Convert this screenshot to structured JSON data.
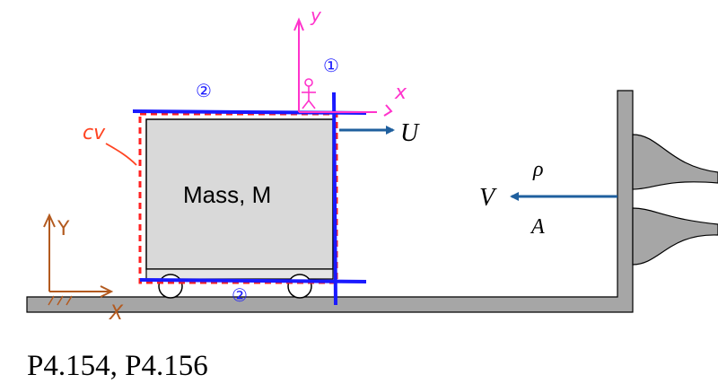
{
  "diagram": {
    "mass_label": "Mass, M",
    "cart_velocity_label": "U",
    "jet_velocity_label": "V",
    "jet_density_label": "ρ",
    "jet_area_label": "A",
    "caption": "P4.154, P4.156"
  },
  "annotations": {
    "control_volume_label": "cv",
    "boundary_1": "①",
    "boundary_2_top": "②",
    "boundary_2_bottom": "②",
    "moving_axis_y": "y",
    "moving_axis_x": "x",
    "fixed_axis_y": "Y",
    "fixed_axis_x": "X"
  },
  "colors": {
    "ink": "#000000",
    "gray_fill": "#d9d9d9",
    "ground_gray": "#a6a6a6",
    "arrow_blue": "#1f5f9e",
    "cv_blue": "#1a1aff",
    "cv_red": "#ff2020",
    "axis_magenta": "#ff33cc",
    "fixed_axis_brown": "#b35a1f",
    "hand_red": "#ff4422"
  }
}
